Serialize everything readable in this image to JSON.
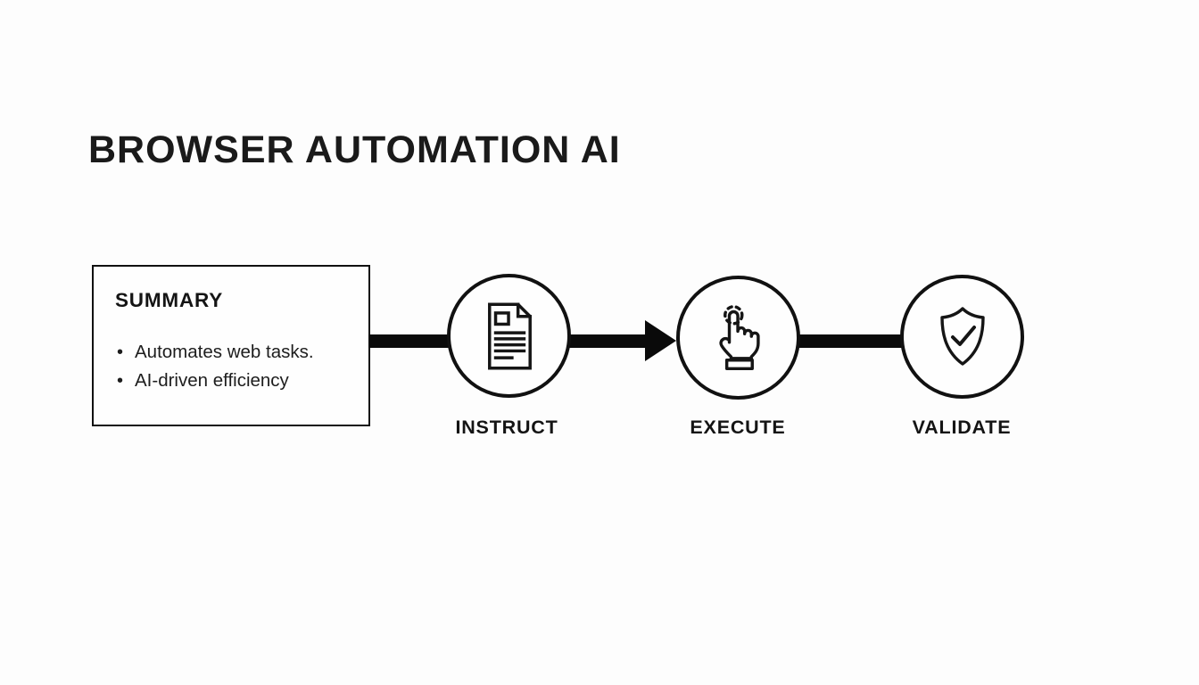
{
  "page": {
    "title": "BROWSER AUTOMATION AI"
  },
  "summary": {
    "heading": "SUMMARY",
    "bullets": [
      "Automates web tasks.",
      "AI-driven efficiency"
    ]
  },
  "steps": [
    {
      "label": "INSTRUCT",
      "icon": "document-icon"
    },
    {
      "label": "EXECUTE",
      "icon": "tap-click-icon"
    },
    {
      "label": "VALIDATE",
      "icon": "shield-check-icon"
    }
  ],
  "flow": {
    "connectors": [
      "plain-line",
      "arrow-right",
      "plain-line"
    ]
  },
  "colors": {
    "ink": "#111111",
    "background": "#fdfdfd"
  }
}
